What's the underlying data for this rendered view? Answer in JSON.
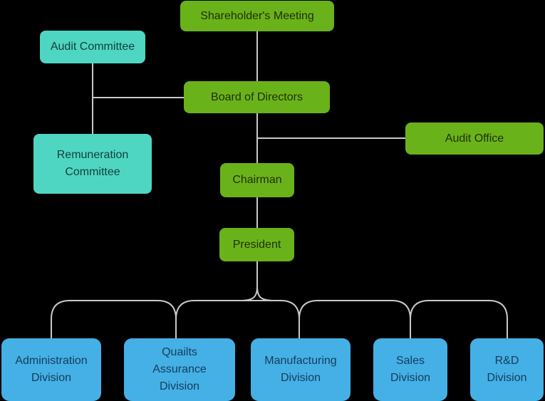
{
  "diagram": {
    "type": "org-chart",
    "background": "#000000",
    "connector_color": "#c8c9ca",
    "palette": {
      "green": "#6ab21a",
      "teal": "#4fd6c3",
      "blue": "#45b0e5"
    },
    "nodes": {
      "shareholders_meeting": {
        "label": "Shareholder's Meeting",
        "color": "#6ab21a"
      },
      "audit_committee": {
        "label": "Audit Committee",
        "color": "#4fd6c3"
      },
      "board_of_directors": {
        "label": "Board of Directors",
        "color": "#6ab21a"
      },
      "remuneration_committee": {
        "label": "Remuneration\nCommittee",
        "color": "#4fd6c3"
      },
      "audit_office": {
        "label": "Audit Office",
        "color": "#6ab21a"
      },
      "chairman": {
        "label": "Chairman",
        "color": "#6ab21a"
      },
      "president": {
        "label": "President",
        "color": "#6ab21a"
      },
      "administration_division": {
        "label": "Administration\nDivision",
        "color": "#45b0e5"
      },
      "quailts_assurance_division": {
        "label": "Quailts\nAssurance\nDivision",
        "color": "#45b0e5"
      },
      "manufacturing_division": {
        "label": "Manufacturing\nDivision",
        "color": "#45b0e5"
      },
      "sales_division": {
        "label": "Sales\nDivision",
        "color": "#45b0e5"
      },
      "rd_division": {
        "label": "R&D\nDivision",
        "color": "#45b0e5"
      }
    },
    "edges": [
      {
        "from": "Shareholder's Meeting",
        "to": "Board of Directors"
      },
      {
        "from": "Audit Committee",
        "to": "Board of Directors"
      },
      {
        "from": "Audit Committee",
        "to": "Remuneration Committee"
      },
      {
        "from": "Board of Directors",
        "to": "Audit Office"
      },
      {
        "from": "Board of Directors",
        "to": "Chairman"
      },
      {
        "from": "Chairman",
        "to": "President"
      },
      {
        "from": "President",
        "to": "Administration Division"
      },
      {
        "from": "President",
        "to": "Quailts Assurance Division"
      },
      {
        "from": "President",
        "to": "Manufacturing Division"
      },
      {
        "from": "President",
        "to": "Sales Division"
      },
      {
        "from": "President",
        "to": "R&D Division"
      }
    ]
  }
}
